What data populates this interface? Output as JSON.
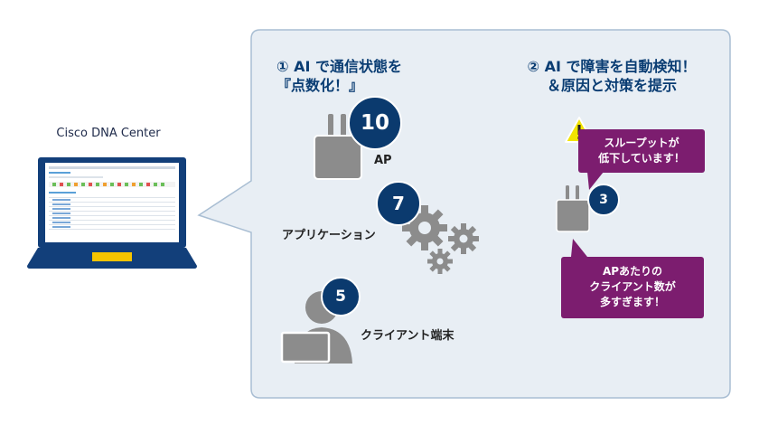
{
  "laptop": {
    "title": "Cisco DNA Center"
  },
  "section1": {
    "heading_line1": "① AI で通信状態を",
    "heading_line2": "『点数化！』"
  },
  "section2": {
    "heading_line1": "② AI で障害を自動検知！",
    "heading_line2": "＆原因と対策を提示"
  },
  "scores": {
    "ap": {
      "value": "10",
      "label": "AP"
    },
    "application": {
      "value": "7",
      "label": "アプリケーション"
    },
    "client": {
      "value": "5",
      "label": "クライアント端末"
    }
  },
  "incident": {
    "ap_score": "3",
    "alert1_line1": "スループットが",
    "alert1_line2": "低下しています！",
    "alert2_line1": "APあたりの",
    "alert2_line2": "クライアント数が",
    "alert2_line3": "多すぎます！"
  },
  "icons": [
    "access-point-icon",
    "gear-icon",
    "user-with-laptop-icon",
    "warning-icon",
    "laptop-icon"
  ],
  "colors": {
    "score_badge": "#0b3a6e",
    "alert_box": "#7c1d6f",
    "panel_bg": "#e8eef4",
    "panel_border": "#a9bed3",
    "heading": "#0a3d73",
    "laptop_frame": "#123f7a",
    "laptop_accent": "#f5c400",
    "icon_gray": "#8c8c8c",
    "warning": "#f2e400"
  }
}
